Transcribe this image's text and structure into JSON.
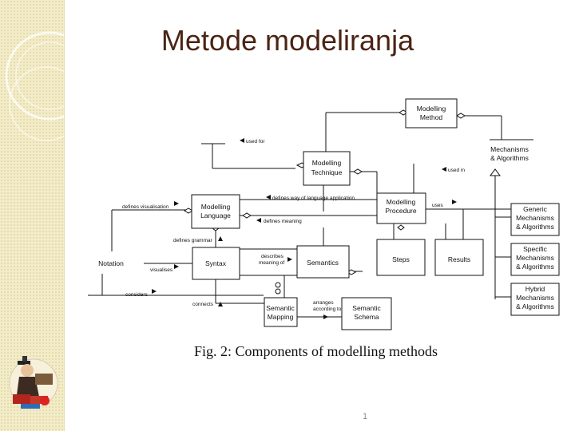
{
  "slide": {
    "title": "Metode modeliranja",
    "page_number": "1"
  },
  "diagram": {
    "caption": "Fig. 2: Components of modelling methods",
    "nodes": {
      "modelling_method": [
        "Modelling",
        "Method"
      ],
      "modelling_technique": [
        "Modelling",
        "Technique"
      ],
      "modelling_language": [
        "Modelling",
        "Language"
      ],
      "modelling_procedure": [
        "Modelling",
        "Procedure"
      ],
      "notation": [
        "Notation"
      ],
      "syntax": [
        "Syntax"
      ],
      "semantics": [
        "Semantics"
      ],
      "steps": [
        "Steps"
      ],
      "results": [
        "Results"
      ],
      "semantic_mapping": [
        "Semantic",
        "Mapping"
      ],
      "semantic_schema": [
        "Semantic",
        "Schema"
      ],
      "mechanisms": [
        "Mechanisms",
        "& Algorithms"
      ],
      "generic_mechanisms": [
        "Generic",
        "Mechanisms",
        "& Algorithms"
      ],
      "specific_mechanisms": [
        "Specific",
        "Mechanisms",
        "& Algorithms"
      ],
      "hybrid_mechanisms": [
        "Hybrid",
        "Mechanisms",
        "& Algorithms"
      ]
    },
    "labels": {
      "used_for": "used for",
      "used_in": "used in",
      "defines_way": "defines way of language application",
      "defines_visualisation": "defines visualisation",
      "defines_meaning": "defines meaning",
      "defines_grammar": "defines grammar",
      "describes_meaning": [
        "describes",
        "meaning of"
      ],
      "visualises": "visualises",
      "considers": "considers",
      "connects": "connects",
      "arranges": [
        "arranges",
        "according to"
      ],
      "uses": "uses"
    }
  }
}
